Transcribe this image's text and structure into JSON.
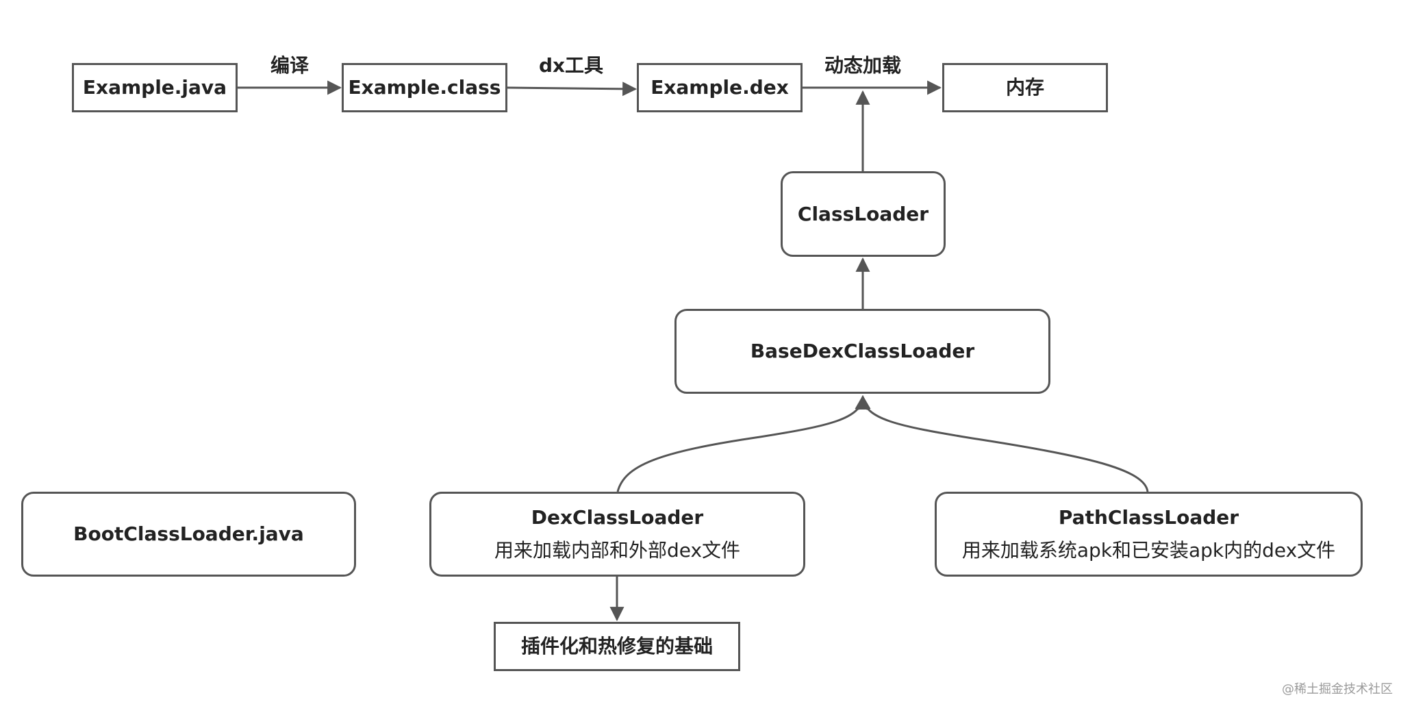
{
  "nodes": {
    "example_java": "Example.java",
    "example_class": "Example.class",
    "example_dex": "Example.dex",
    "memory": "内存",
    "class_loader": "ClassLoader",
    "base_dex_class_loader": "BaseDexClassLoader",
    "boot_class_loader": "BootClassLoader.java",
    "dex_class_loader": {
      "title": "DexClassLoader",
      "description": "用来加载内部和外部dex文件"
    },
    "path_class_loader": {
      "title": "PathClassLoader",
      "description": "用来加载系统apk和已安装apk内的dex文件"
    },
    "plugin_hotfix": "插件化和热修复的基础"
  },
  "edge_labels": {
    "compile": "编译",
    "dx_tool": "dx工具",
    "dynamic_load": "动态加载"
  },
  "watermark": "@稀土掘金技术社区",
  "colors": {
    "stroke": "#555555",
    "text": "#222222",
    "watermark": "#9a9a9a"
  }
}
